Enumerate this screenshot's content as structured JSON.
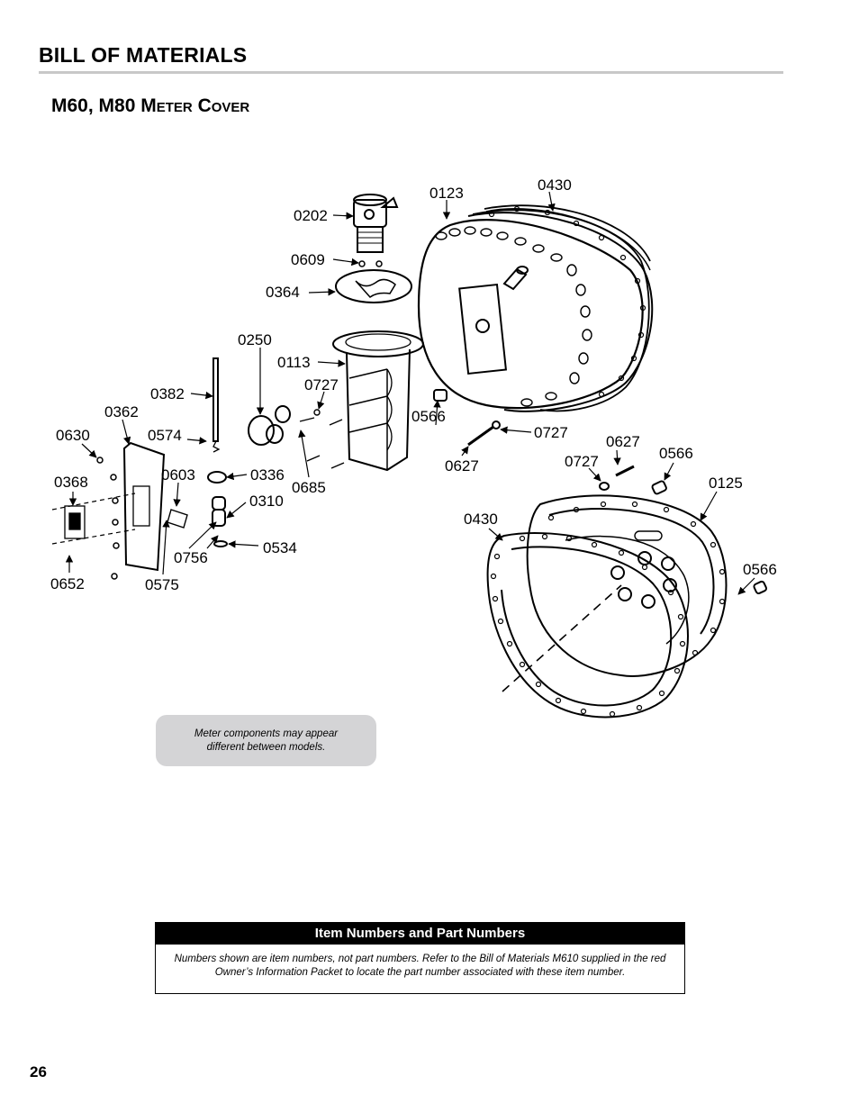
{
  "header": {
    "section_title": "BILL OF MATERIALS",
    "sub_title_prefix": "M60, M80",
    "sub_title_word1": "Meter",
    "sub_title_word2": "Cover"
  },
  "diagram": {
    "callouts": {
      "c0123": "0123",
      "c0430a": "0430",
      "c0202": "0202",
      "c0609": "0609",
      "c0364": "0364",
      "c0250": "0250",
      "c0113": "0113",
      "c0382": "0382",
      "c0727a": "0727",
      "c0362": "0362",
      "c0566a": "0566",
      "c0630": "0630",
      "c0574": "0574",
      "c0727b": "0727",
      "c0627a": "0627",
      "c0627b": "0627",
      "c0368": "0368",
      "c0603": "0603",
      "c0336": "0336",
      "c0727c": "0727",
      "c0566b": "0566",
      "c0685": "0685",
      "c0125": "0125",
      "c0310": "0310",
      "c0430b": "0430",
      "c0534": "0534",
      "c0756": "0756",
      "c0566c": "0566",
      "c0652": "0652",
      "c0575": "0575"
    }
  },
  "note": {
    "line1": "Meter components may appear",
    "line2": "different between models."
  },
  "info": {
    "heading": "Item Numbers and Part Numbers",
    "body": "Numbers shown are item numbers, not part numbers. Refer to the Bill of Materials M610 supplied in the red Owner’s Information Packet to locate the part number associated with these item number."
  },
  "footer": {
    "page_number": "26"
  }
}
